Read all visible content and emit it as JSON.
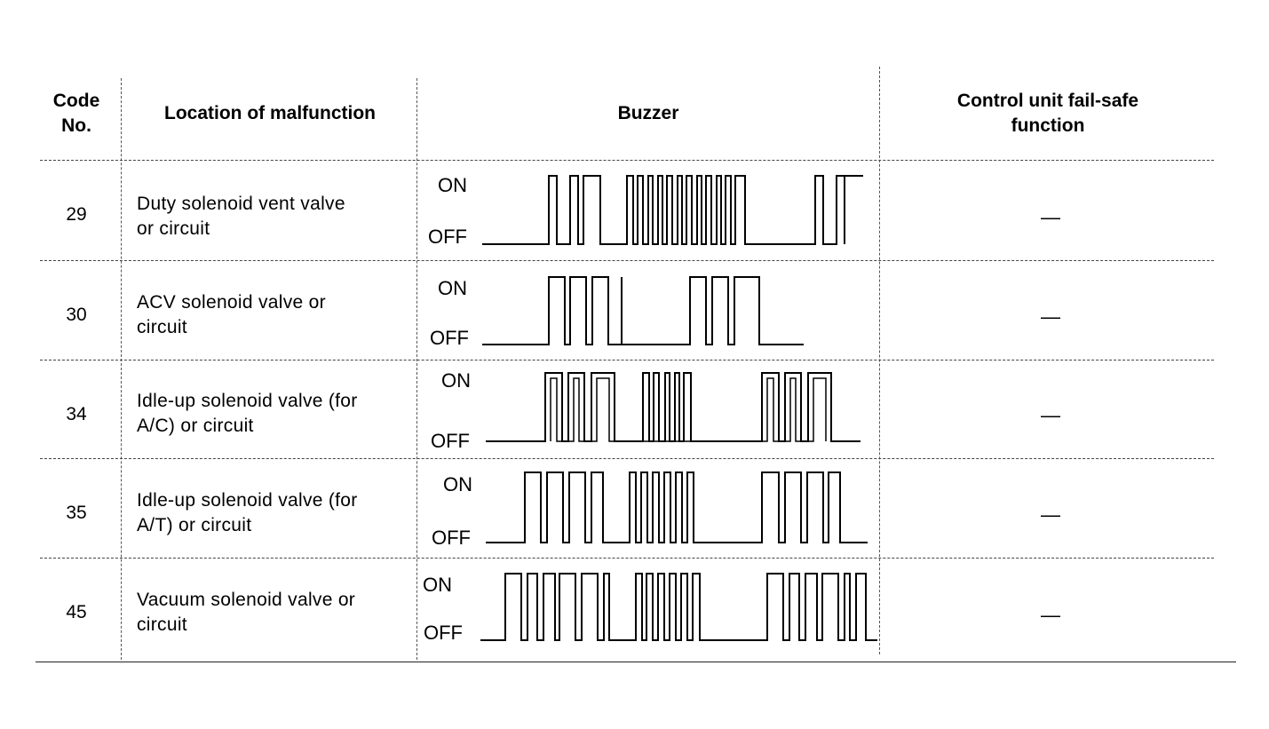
{
  "headers": {
    "code_line1": "Code",
    "code_line2": "No.",
    "location": "Location of malfunction",
    "buzzer": "Buzzer",
    "failsafe_line1": "Control unit fail-safe",
    "failsafe_line2": "function"
  },
  "rows": [
    {
      "code": "29",
      "location_line1": "Duty solenoid vent valve",
      "location_line2": "or circuit",
      "on": "ON",
      "off": "OFF",
      "failsafe": "—"
    },
    {
      "code": "30",
      "location_line1": "ACV solenoid valve or",
      "location_line2": "circuit",
      "on": "ON",
      "off": "OFF",
      "failsafe": "—"
    },
    {
      "code": "34",
      "location_line1": "Idle-up solenoid valve (for",
      "location_line2": "A/C) or circuit",
      "on": "ON",
      "off": "OFF",
      "failsafe": "—"
    },
    {
      "code": "35",
      "location_line1": "Idle-up solenoid valve (for",
      "location_line2": "A/T) or circuit",
      "on": "ON",
      "off": "OFF",
      "failsafe": "—"
    },
    {
      "code": "45",
      "location_line1": "Vacuum solenoid valve or",
      "location_line2": "circuit",
      "on": "ON",
      "off": "OFF",
      "failsafe": "—"
    }
  ]
}
